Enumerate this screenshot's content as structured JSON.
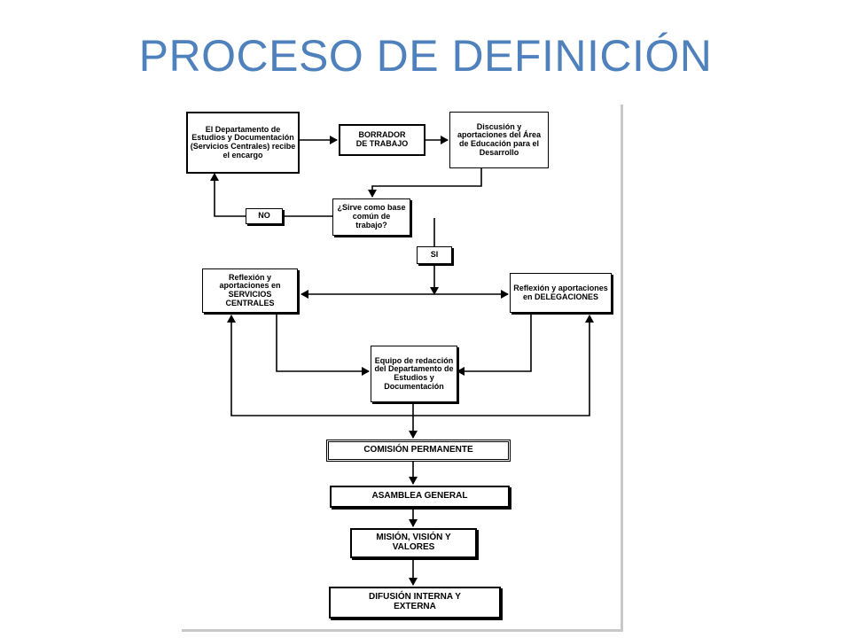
{
  "title": "PROCESO DE DEFINICIÓN",
  "flowchart": {
    "nodes": {
      "dept_encargo": "El Departamento de Estudios y Documentación (Servicios Centrales) recibe el encargo",
      "borrador": "BORRADOR DE TRABAJO",
      "discusion": "Discusión y aportaciones del Área de Educación para el Desarrollo",
      "decision": "¿Sirve como base común de trabajo?",
      "no_label": "NO",
      "si_label": "SI",
      "reflexion_servicios": "Reflexión y aportaciones en SERVICIOS CENTRALES",
      "reflexion_delegaciones": "Reflexión y aportaciones en DELEGACIONES",
      "equipo_redaccion": "Equipo de redacción del Departamento de Estudios y Documentación",
      "comision": "COMISIÓN PERMANENTE",
      "asamblea": "ASAMBLEA GENERAL",
      "mision": "MISIÓN, VISIÓN Y VALORES",
      "difusion": "DIFUSIÓN INTERNA Y EXTERNA"
    }
  }
}
